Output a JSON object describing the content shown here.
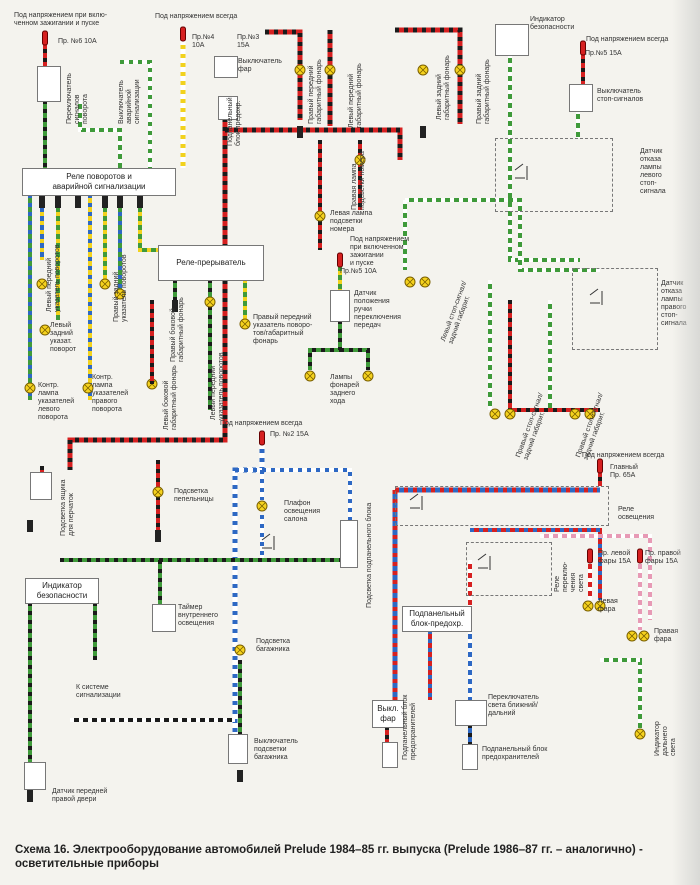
{
  "colors": {
    "red": "#d62020",
    "green": "#3f9a3a",
    "blue": "#2d68c4",
    "yellow": "#f2d21c",
    "black": "#1a1a1a",
    "white": "#ffffff",
    "pink": "#e79ab5",
    "brown": "#9a6a3a",
    "lamp": "#f5d21e"
  },
  "labels": {
    "pwr_ign_start": "Под напряжением при вклю-\nченном зажигании и пуске",
    "pwr_always_top": "Под напряжением всегда",
    "fuse_6": "Пр. №6 10А",
    "fuse_4": "Пр.№4\n10А",
    "fuse_3": "Пр.№3\n15А",
    "switch_turn": "Переключатель\nсигналов\nповорота",
    "switch_hazard": "Выключатель\nаварийной\nсигнализации",
    "switch_lights": "Выключатель\nфар",
    "fuse_block_top": "Подпанельный\nблок предохр.",
    "rear_right_lamp": "Правый передний\nгабаритный фонарь",
    "rear_left_lamp": "Левый передний\nгабаритный фонарь",
    "rear_left_tail": "Левый задний\nгабаритный фонарь",
    "rear_right_tail": "Правый задний\nгабаритный фонарь",
    "plate_right": "Правая лампа\nподсветки номера",
    "plate_left": "Левая лампа\nподсветки\nномера",
    "safety_indicator_top": "Индикатор\nбезопасности",
    "pwr_always_tr": "Под напряжением всегда",
    "fuse_5_15": "Пр.№5 15А",
    "stop_switch": "Выключатель\nстоп-сигналов",
    "sensor_left_stop": "Датчик\nотказа\nлампы\nлевого\nстоп-\nсигнала",
    "sensor_right_stop": "Датчик\nотказа\nлампы\nправого\nстоп-\nсигнала",
    "relay_turn_hazard": "Реле поворотов и\nаварийной сигнализации",
    "relay_breaker": "Реле-прерыватель",
    "front_left_turn": "Левый передний\nуказатель поворотов",
    "front_right_turn": "Правый передний\nуказатель поворотов",
    "rear_left_turn": "Левый\nзадний\nуказат.\nповорот",
    "rear_right_turn": "Правый задний\nуказатель поворотов",
    "side_left_marker": "Левый боковой\nгабаритный фонарь",
    "side_right_marker": "Правый боковой\nгабаритный фонарь",
    "front_right_combo": "Правый передний\nуказатель поворо-\nтов/габаритный\nфонарь",
    "front_left_combo": "Левый передний\nуказатель поворотов",
    "ctrl_left_turn": "Контр.\nлампа\nуказателей\nлевого\nповорота",
    "ctrl_right_turn": "Контр.\nлампа\nуказателей\nправого\nповорота",
    "pwr_ign_start_mid": "Под напряжением\nпри включенном\nзажигании\nи пуске",
    "fuse_5_10": "Пр.№5 10А",
    "sensor_selector": "Датчик\nположения\nручки\nпереключения\nпередач",
    "reverse_lamps": "Лампы\nфонарей\nзаднего\nхода",
    "left_stop_tail": "Левый стоп-сигнал/\nзадний габарит.",
    "right_stop_tail_a": "Правый стоп-сигнал/\nзадний габарит.",
    "right_stop_tail_b": "Правый стоп-сигнал/\nзадний габарит.",
    "pwr_always_mid": "Под напряжением всегда",
    "fuse_2_15": "Пр. №2 15А",
    "glovebox_light": "Подсветка ящика\nдля перчаток",
    "ashtray_light": "Подсветка\nпепельницы",
    "dome_light": "Плафон\nосвещения\nсалона",
    "underpanel_light": "Подсветка подпанельного блока",
    "safety_indicator_mid": "Индикатор\nбезопасности",
    "timer": "Таймер\nвнутреннего\nосвещения",
    "trunk_light": "Подсветка\nбагажника",
    "alarm_system": "К системе\nсигнализации",
    "trunk_switch": "Выключатель\nподсветки\nбагажника",
    "right_door_sensor": "Датчик передней\nправой двери",
    "pwr_always_br": "Под напряжением всегда",
    "main_fuse": "Главный\nПр. 65А",
    "headlight_relay": "Реле\nосвещения",
    "fuse_left_hl": "Пр. левой\nфары 15А",
    "fuse_right_hl": "Пр. правой\nфары 15А",
    "light_switch_relay": "Реле\nпереклю-\nчения\nсвета",
    "left_headlight": "Левая\nфара",
    "right_headlight": "Правая\nфара",
    "underpanel_block": "Подпанельный\nблок-предохр.",
    "headlight_switch": "Выкл.\nфар",
    "dimmer_switch": "Переключатель\nсвета ближний/\nдальний",
    "underpanel_fuses_a": "Подпанельный блок\nпредохранителей",
    "underpanel_fuses_b": "Подпанельный блок\nпредохранителей",
    "high_beam_indicator": "Индикатор\nдальнего\nсвета"
  },
  "caption": "Схема 16. Электрооборудование автомобилей Prelude 1984–85 гг. выпуска (Prelude 1986–87 гг. – аналогично) -\nосветительные приборы"
}
